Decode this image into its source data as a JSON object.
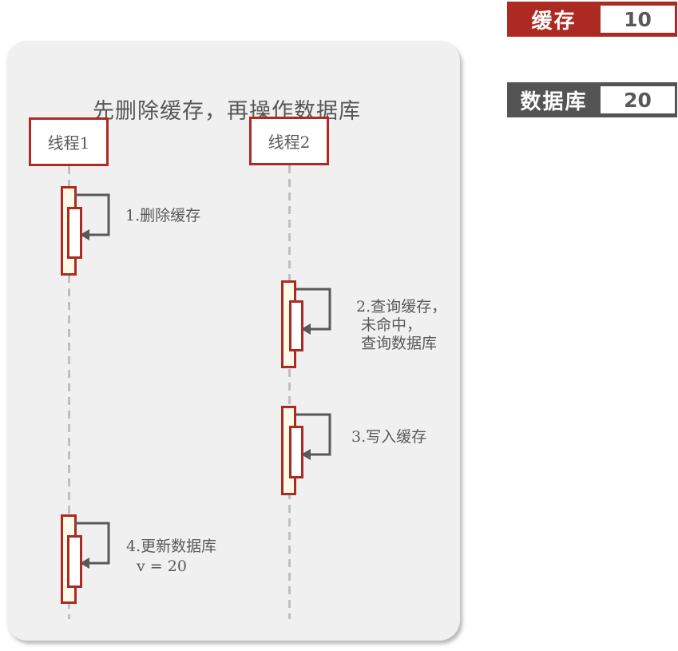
{
  "diagram": {
    "title": "先删除缓存，再操作数据库",
    "threads": [
      {
        "label": "线程1"
      },
      {
        "label": "线程2"
      }
    ],
    "steps": [
      {
        "lines": [
          "1.删除缓存"
        ]
      },
      {
        "lines": [
          "2.查询缓存，",
          "未命中，",
          "查询数据库"
        ]
      },
      {
        "lines": [
          "3.写入缓存"
        ]
      },
      {
        "lines": [
          "4.更新数据库",
          "v = 20"
        ]
      }
    ]
  },
  "state_badges": [
    {
      "label": "缓存",
      "value": "10",
      "bg": "#ad2a22"
    },
    {
      "label": "数据库",
      "value": "20",
      "bg": "#545454"
    }
  ],
  "colors": {
    "panel_bg": "#f0f0f0",
    "accent_red": "#a92b23",
    "activation_fill": "#fdfbe7",
    "text_gray": "#595959",
    "lifeline_gray": "#bfbfbf"
  }
}
